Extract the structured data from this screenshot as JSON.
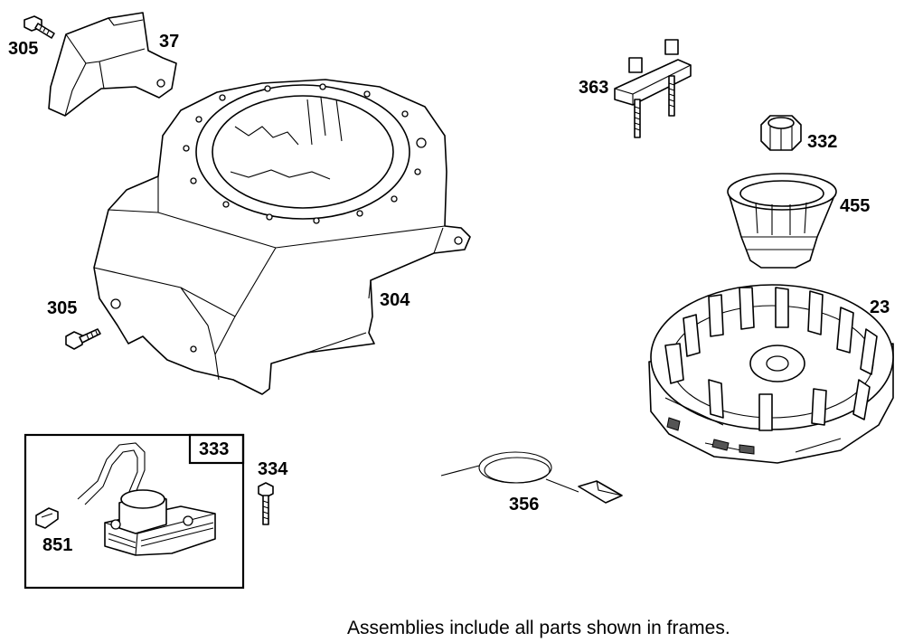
{
  "labels": {
    "p305_top": "305",
    "p37": "37",
    "p363": "363",
    "p332": "332",
    "p455": "455",
    "p304": "304",
    "p305_left": "305",
    "p23": "23",
    "p333": "333",
    "p334": "334",
    "p851": "851",
    "p356": "356"
  },
  "footer_note": "Assemblies include all parts shown in frames."
}
